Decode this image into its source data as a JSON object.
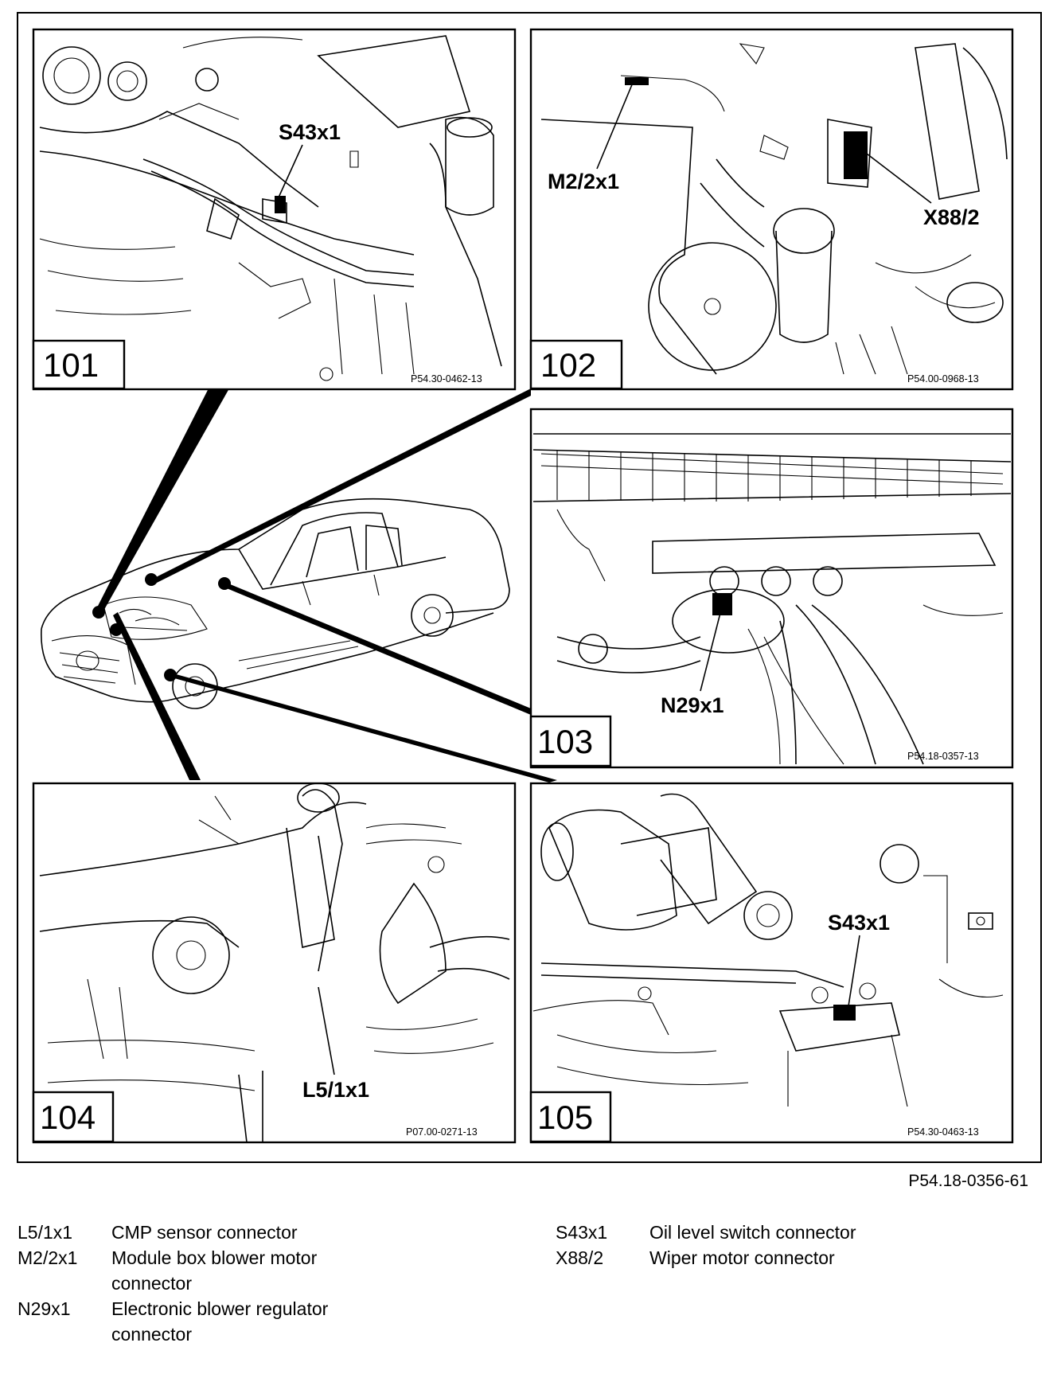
{
  "panels": [
    {
      "number": "101",
      "ref": "P54.30-0462-13",
      "label": "S43x1"
    },
    {
      "number": "102",
      "ref": "P54.00-0968-13",
      "label_a": "M2/2x1",
      "label_b": "X88/2"
    },
    {
      "number": "103",
      "ref": "P54.18-0357-13",
      "label": "N29x1"
    },
    {
      "number": "104",
      "ref": "P07.00-0271-13",
      "label": "L5/1x1"
    },
    {
      "number": "105",
      "ref": "P54.30-0463-13",
      "label": "S43x1"
    }
  ],
  "figure_ref": "P54.18-0356-61",
  "legend": {
    "left": [
      {
        "code": "L5/1x1",
        "desc": "CMP sensor connector"
      },
      {
        "code": "M2/2x1",
        "desc": "Module box blower motor connector"
      },
      {
        "code": "N29x1",
        "desc": "Electronic blower regulator connector"
      }
    ],
    "right": [
      {
        "code": "S43x1",
        "desc": "Oil level switch connector"
      },
      {
        "code": "X88/2",
        "desc": "Wiper motor connector"
      }
    ]
  }
}
